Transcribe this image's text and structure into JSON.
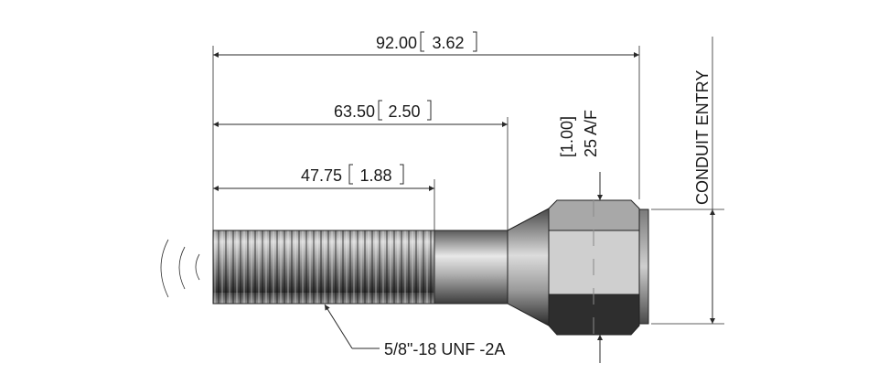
{
  "dimensions": {
    "overall": {
      "metric": "92.00",
      "imperial": "3.62"
    },
    "to_hex": {
      "metric": "63.50",
      "imperial": "2.50"
    },
    "thread_length": {
      "metric": "47.75",
      "imperial": "1.88"
    },
    "hex_across_flats": {
      "line1": "[1.00]",
      "line2": "25 A/F"
    }
  },
  "labels": {
    "conduit_entry": "CONDUIT ENTRY",
    "thread_spec": "5/8\"-18 UNF -2A"
  },
  "colors": {
    "line": "#2a2a2a",
    "metal_light": "#d9d9d9",
    "metal_mid": "#9a9a9a",
    "metal_dark": "#3a3a3a"
  }
}
